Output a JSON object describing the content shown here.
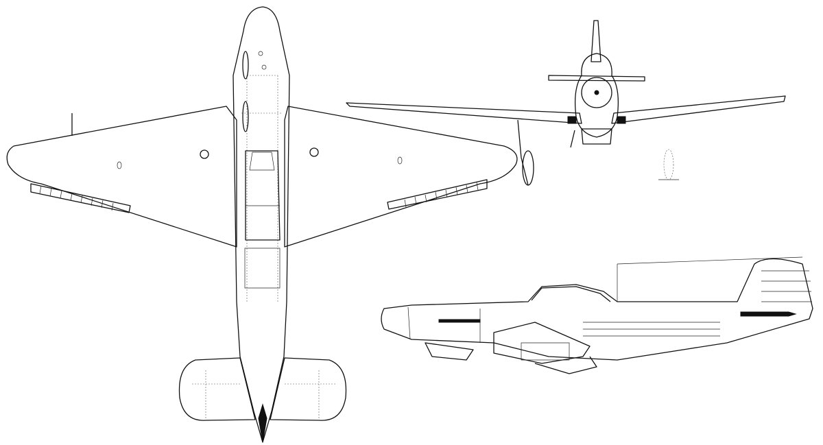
{
  "colors": {
    "line": "#111111",
    "background": "#ffffff"
  },
  "views": [
    {
      "id": "top-view"
    },
    {
      "id": "front-view"
    },
    {
      "id": "side-view"
    }
  ]
}
